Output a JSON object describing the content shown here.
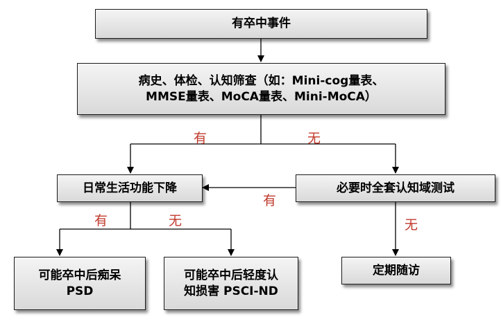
{
  "nodes": {
    "stroke_event": {
      "line1": "有卒中事件"
    },
    "screening": {
      "line1": "病史、体检、认知筛查（如：Mini-cog量表、",
      "line2": "MMSE量表、MoCA量表、Mini-MoCA）"
    },
    "daily_function": {
      "line1": "日常生活功能下降"
    },
    "full_cognitive_test": {
      "line1": "必要时全套认知域测试"
    },
    "psd": {
      "line1": "可能卒中后痴呆",
      "line2": "PSD"
    },
    "psci_nd": {
      "line1": "可能卒中后轻度认",
      "line2": "知损害 PSCI-ND"
    },
    "follow_up": {
      "line1": "定期随访"
    }
  },
  "edge_labels": {
    "screen_yes": "有",
    "screen_no": "无",
    "test_yes": "有",
    "test_no": "无",
    "daily_yes": "有",
    "daily_no": "无"
  },
  "colors": {
    "edge_label": "#c0392b",
    "box_fill_top": "#f4f4f4",
    "box_fill_bottom": "#d9d9d9",
    "line": "#000000"
  }
}
